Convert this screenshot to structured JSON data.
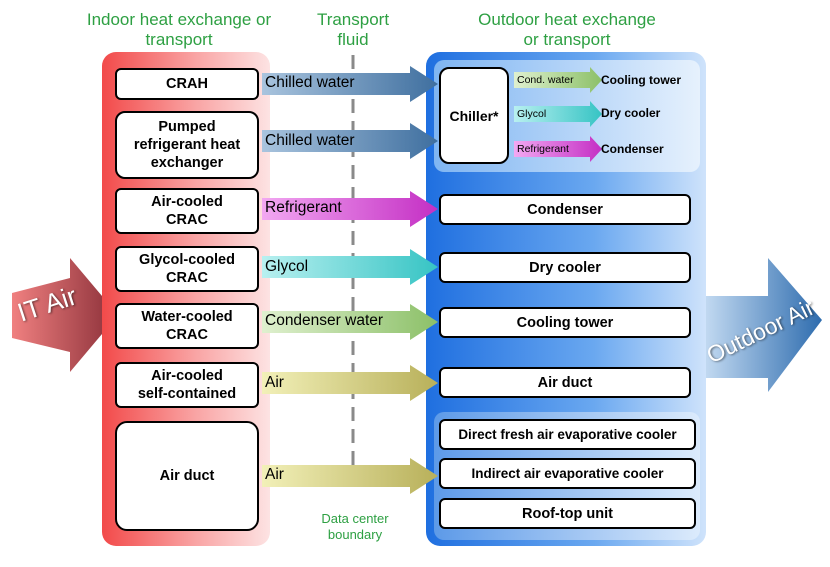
{
  "headings": {
    "indoor": "Indoor heat exchange or\ntransport",
    "transport": "Transport\nfluid",
    "outdoor": "Outdoor heat exchange\nor transport"
  },
  "boundary_label": "Data center\nboundary",
  "big_arrows": {
    "it_air": "IT Air",
    "outdoor_air": "Outdoor Air"
  },
  "indoor_units": [
    {
      "label": "CRAH"
    },
    {
      "label": "Pumped\nrefrigerant heat\nexchanger"
    },
    {
      "label": "Air-cooled\nCRAC"
    },
    {
      "label": "Glycol-cooled\nCRAC"
    },
    {
      "label": "Water-cooled\nCRAC"
    },
    {
      "label": "Air-cooled\nself-contained"
    },
    {
      "label": "Air duct"
    }
  ],
  "fluids": [
    {
      "label": "Chilled water",
      "color": "#5b84ad"
    },
    {
      "label": "Chilled water",
      "color": "#5b84ad"
    },
    {
      "label": "Refrigerant",
      "color": "#d048d0"
    },
    {
      "label": "Glycol",
      "color": "#4fd1d1"
    },
    {
      "label": "Condenser water",
      "color": "#9bc87c"
    },
    {
      "label": "Air",
      "color": "#c9c36a"
    },
    {
      "label": "Air",
      "color": "#c9c36a"
    }
  ],
  "chiller": {
    "label": "Chiller*",
    "outputs": [
      {
        "fluid": "Cond. water",
        "target": "Cooling tower",
        "color": "#9bd07c"
      },
      {
        "fluid": "Glycol",
        "target": "Dry cooler",
        "color": "#4fd1d1"
      },
      {
        "fluid": "Refrigerant",
        "target": "Condenser",
        "color": "#d048d0"
      }
    ]
  },
  "outdoor_units": [
    {
      "label": "Condenser"
    },
    {
      "label": "Dry cooler"
    },
    {
      "label": "Cooling tower"
    },
    {
      "label": "Air duct"
    },
    {
      "label": "Direct fresh air evaporative cooler"
    },
    {
      "label": "Indirect air evaporative cooler"
    },
    {
      "label": "Roof-top unit"
    }
  ],
  "colors": {
    "heading_green": "#2ea043",
    "indoor_panel": "#f26b6b",
    "outdoor_panel": "#2f7fe0",
    "it_air_arrow": "#b3434a",
    "outdoor_air_arrow": "#3f7fc2"
  }
}
